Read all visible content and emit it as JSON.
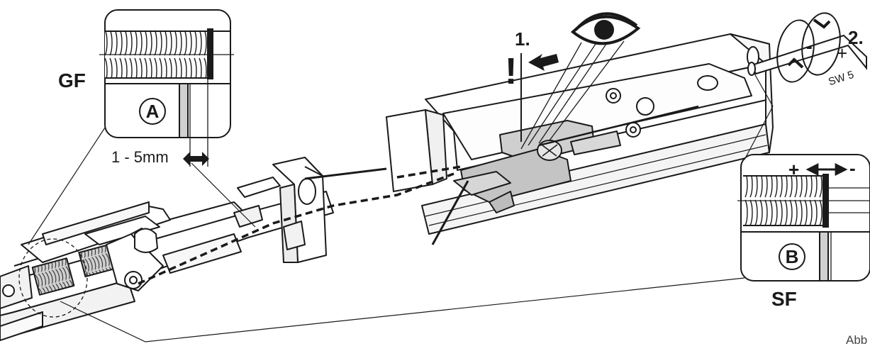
{
  "callouts": {
    "gf": "GF",
    "sf": "SF",
    "detail_a": "A",
    "detail_b": "B"
  },
  "dimension": {
    "label": "1 - 5mm"
  },
  "steps": {
    "step1": "1.",
    "step2": "2.",
    "attention": "!"
  },
  "adjustment": {
    "minus": "-",
    "plus": "+",
    "tool": "SW 5",
    "direction_plus": "+",
    "direction_minus": "-"
  },
  "figure": {
    "caption": "Abb"
  },
  "icons": [
    "eye-icon",
    "hex-key-icon",
    "rotation-arrow-icon",
    "push-arrow-icon",
    "double-arrow-icon"
  ],
  "colors": {
    "line": "#1a1a1a",
    "part_fill": "#ffffff",
    "highlight": "#c9c9c9",
    "shade": "#e6e6e6"
  }
}
